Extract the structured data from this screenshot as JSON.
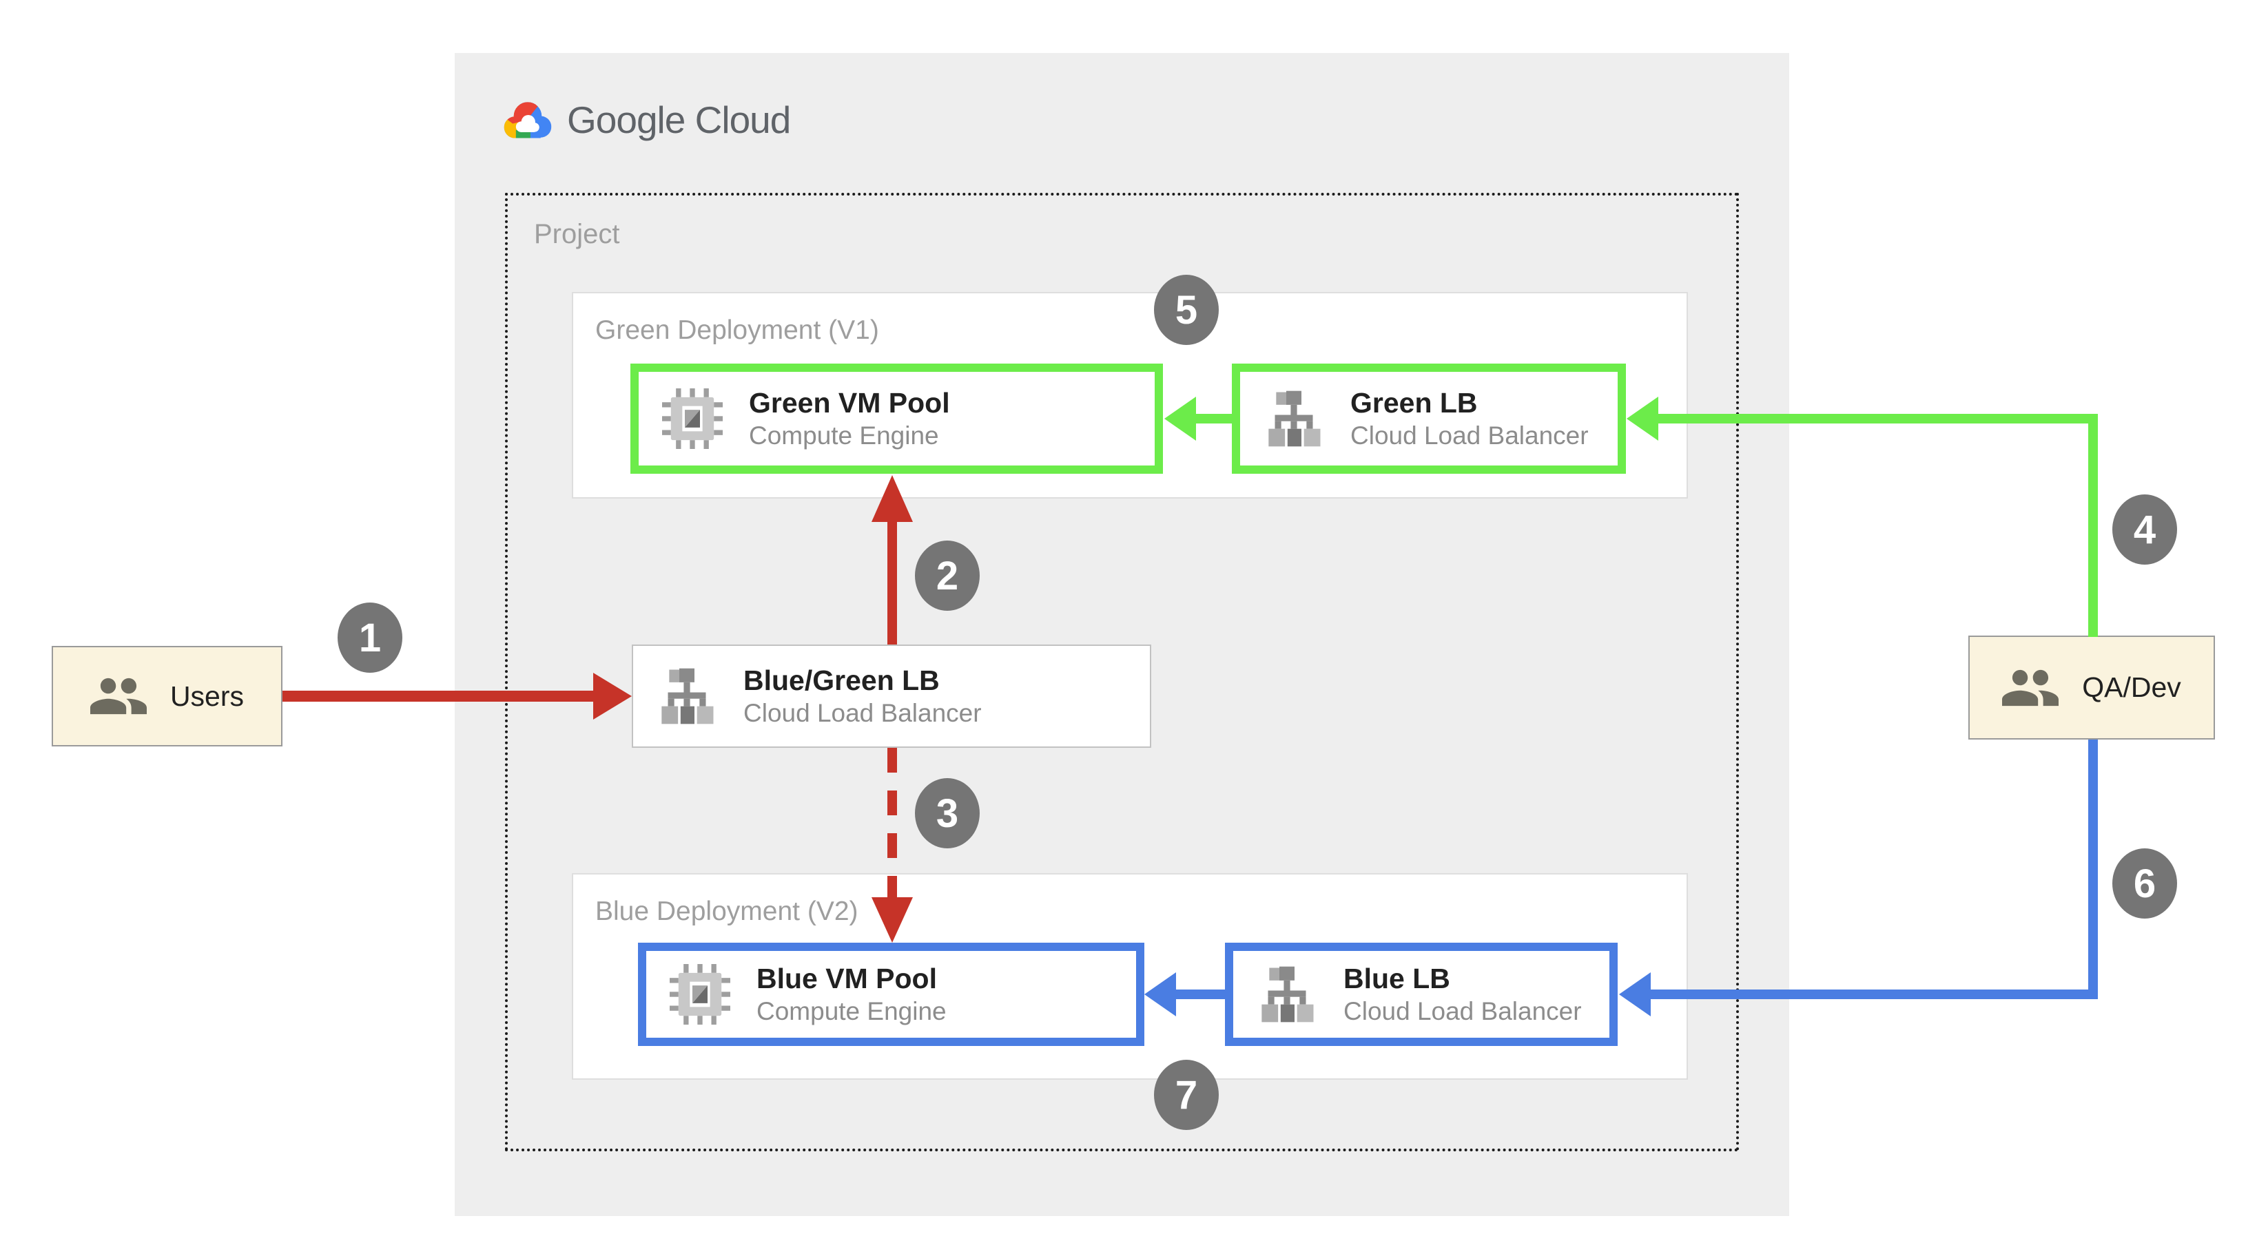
{
  "brand": {
    "name": "Google Cloud"
  },
  "project": {
    "label": "Project"
  },
  "groups": {
    "green": {
      "label": "Green Deployment (V1)"
    },
    "blue": {
      "label": "Blue Deployment (V2)"
    }
  },
  "nodes": {
    "green_vm": {
      "title": "Green VM Pool",
      "subtitle": "Compute Engine"
    },
    "green_lb": {
      "title": "Green LB",
      "subtitle": "Cloud Load Balancer"
    },
    "bluegreen_lb": {
      "title": "Blue/Green LB",
      "subtitle": "Cloud Load Balancer"
    },
    "blue_vm": {
      "title": "Blue VM Pool",
      "subtitle": "Compute Engine"
    },
    "blue_lb": {
      "title": "Blue LB",
      "subtitle": "Cloud Load Balancer"
    }
  },
  "actors": {
    "users": {
      "label": "Users"
    },
    "qadev": {
      "label": "QA/Dev"
    }
  },
  "steps": [
    "1",
    "2",
    "3",
    "4",
    "5",
    "6",
    "7"
  ],
  "colors": {
    "red_arrow": "#C63328",
    "green_accent": "#6CEC4A",
    "blue_accent": "#4A7DE2",
    "badge_gray": "#757575",
    "panel_bg": "#EEEEEE",
    "actor_bg": "#FAF3DE",
    "logo_text_gray": "#5F6368",
    "label_gray": "#9E9E9E"
  }
}
